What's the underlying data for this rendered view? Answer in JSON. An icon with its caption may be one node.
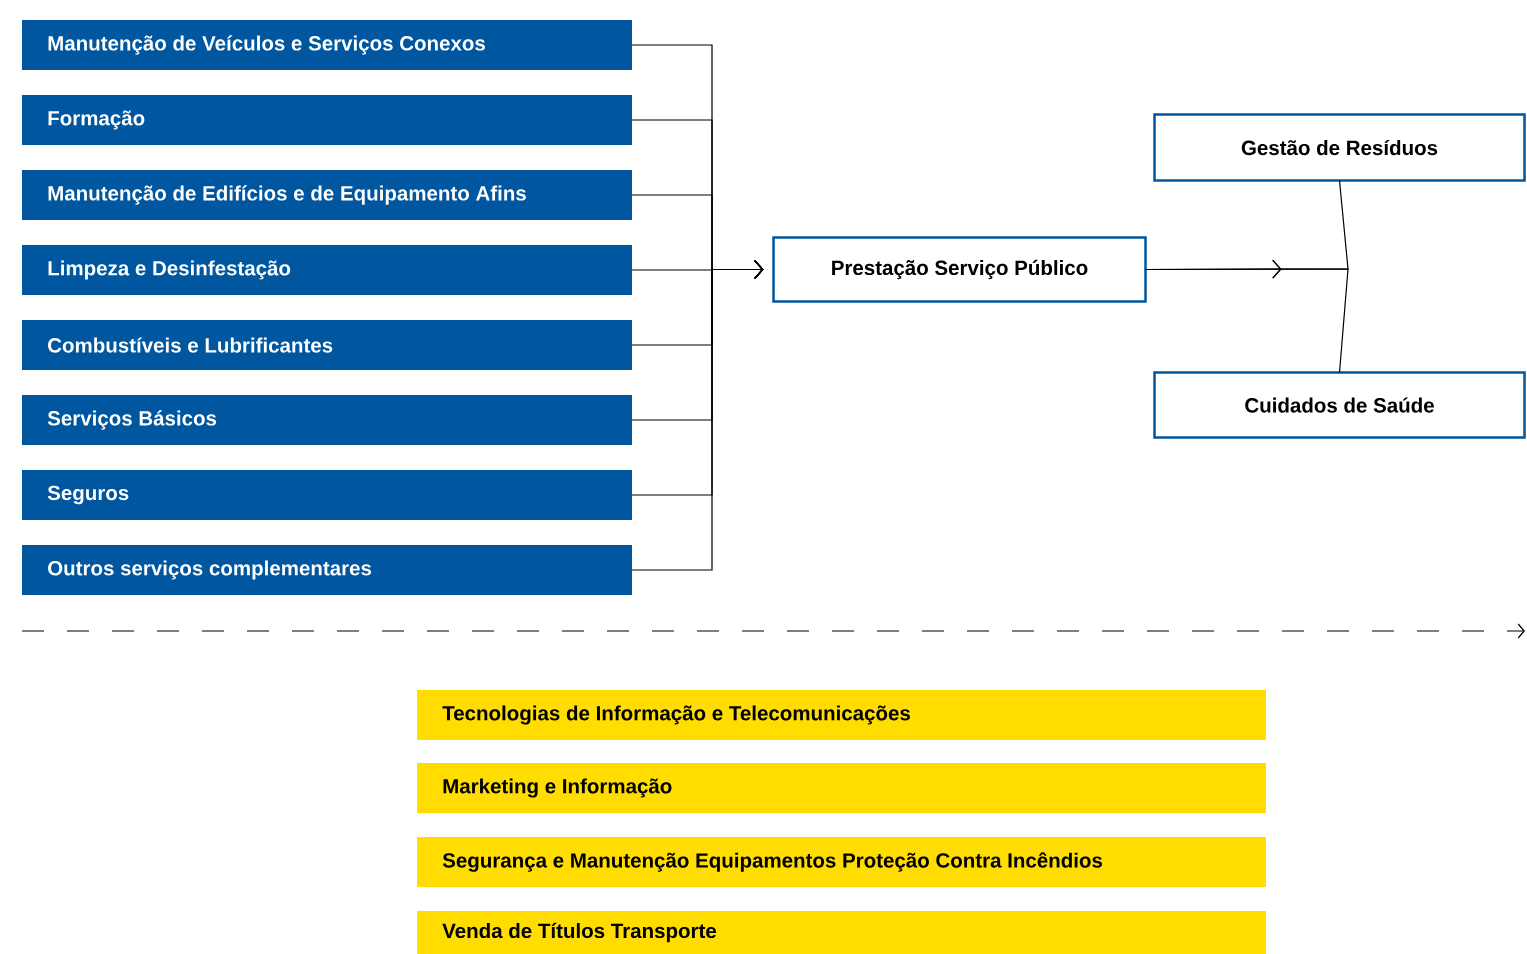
{
  "diagram": {
    "nodes": [
      {
        "text": [
          "Manutenção de Veículos e Serviços Conexos"
        ]
      },
      {
        "text": [
          "Formação"
        ]
      },
      {
        "text": [
          "Manutenção de Edifícios e de Equipamento Afins"
        ]
      },
      {
        "text": [
          "Limpeza e Desinfestação"
        ]
      },
      {
        "text": [
          "Combustíveis e Lubrificantes"
        ]
      },
      {
        "text": [
          "Serviços Básicos"
        ]
      },
      {
        "text": [
          "Seguros"
        ]
      },
      {
        "text": [
          "Outros serviços complementares"
        ]
      },
      {
        "text": [
          "Prestação Serviço Público"
        ]
      },
      {
        "text": [
          "Gestão de Resíduos"
        ]
      },
      {
        "text": [
          "Cuidados de Saúde"
        ]
      },
      {
        "text": [
          "Tecnologias de Informação e Telecomunicações"
        ]
      },
      {
        "text": [
          "Marketing e Informação"
        ]
      },
      {
        "text": [
          "Segurança e Manutenção Equipamentos Proteção Contra Incêndios"
        ]
      },
      {
        "text": [
          "Venda de Títulos Transporte"
        ]
      }
    ],
    "edges": [
      {
        "from": 0,
        "to": 8,
        "arrow": "to"
      },
      {
        "from": 1,
        "to": 8,
        "arrow": "to"
      },
      {
        "from": 2,
        "to": 8,
        "arrow": "to"
      },
      {
        "from": 3,
        "to": 8,
        "arrow": "to"
      },
      {
        "from": 4,
        "to": 8,
        "arrow": "to"
      },
      {
        "from": 5,
        "to": 8,
        "arrow": "to"
      },
      {
        "from": 6,
        "to": 8,
        "arrow": "to"
      },
      {
        "from": 7,
        "to": 8,
        "arrow": "to"
      },
      {
        "from": 8,
        "to": 9,
        "arrow": "to"
      },
      {
        "from": 8,
        "to": 10,
        "arrow": "to"
      }
    ]
  }
}
